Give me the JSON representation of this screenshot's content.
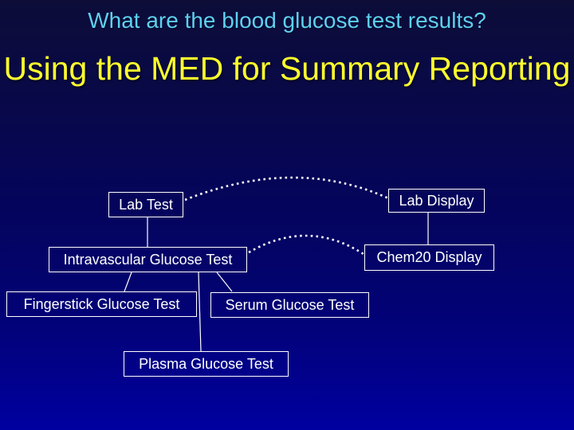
{
  "slide": {
    "title": "What are the blood glucose test results?",
    "subtitle": "Using the MED for Summary Reporting"
  },
  "colors": {
    "background_top": "#0d0d38",
    "background_bottom": "#0000a0",
    "title_text": "#5ed0f0",
    "subtitle_text": "#ffff2e",
    "node_border": "#ffffff",
    "node_text": "#ffffff",
    "connector": "#ffffff"
  },
  "diagram": {
    "nodes": [
      {
        "id": "lab-test",
        "label": "Lab Test"
      },
      {
        "id": "lab-display",
        "label": "Lab Display"
      },
      {
        "id": "intravascular-glucose-test",
        "label": "Intravascular Glucose Test"
      },
      {
        "id": "chem20-display",
        "label": "Chem20 Display"
      },
      {
        "id": "fingerstick-glucose-test",
        "label": "Fingerstick Glucose Test"
      },
      {
        "id": "serum-glucose-test",
        "label": "Serum Glucose Test"
      },
      {
        "id": "plasma-glucose-test",
        "label": "Plasma Glucose Test"
      }
    ],
    "edges": [
      {
        "from": "lab-test",
        "to": "intravascular-glucose-test",
        "style": "solid"
      },
      {
        "from": "lab-display",
        "to": "chem20-display",
        "style": "solid"
      },
      {
        "from": "intravascular-glucose-test",
        "to": "fingerstick-glucose-test",
        "style": "solid"
      },
      {
        "from": "intravascular-glucose-test",
        "to": "plasma-glucose-test",
        "style": "solid"
      },
      {
        "from": "intravascular-glucose-test",
        "to": "serum-glucose-test",
        "style": "solid"
      },
      {
        "from": "lab-test",
        "to": "lab-display",
        "style": "dotted"
      },
      {
        "from": "intravascular-glucose-test",
        "to": "chem20-display",
        "style": "dotted"
      }
    ]
  }
}
